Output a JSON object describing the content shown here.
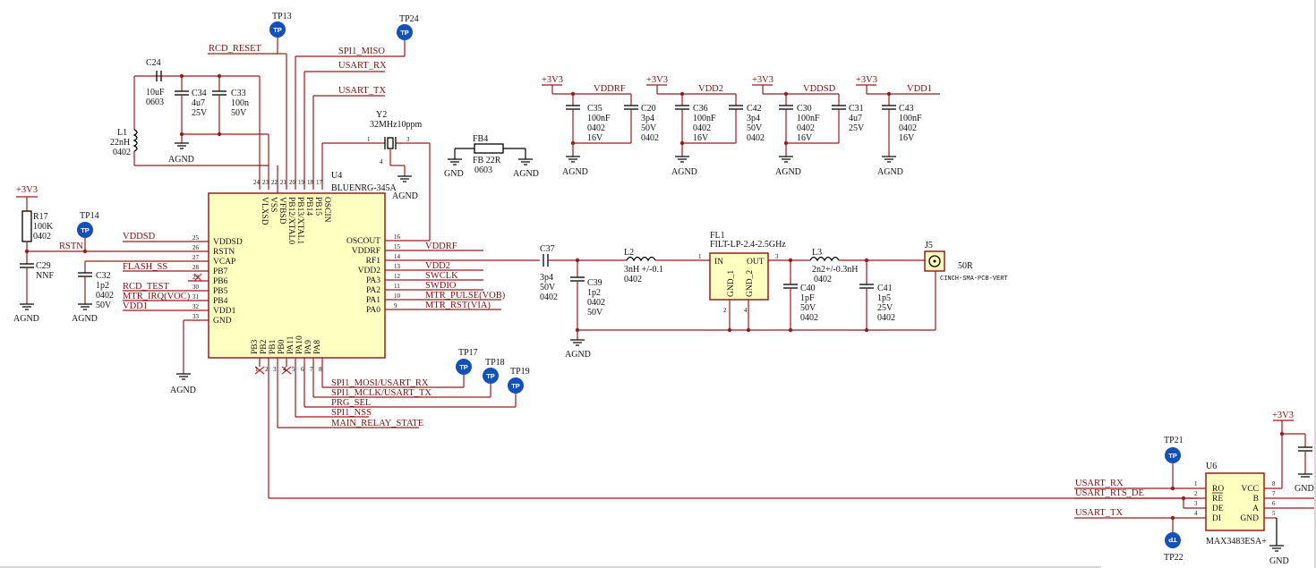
{
  "power": {
    "v33": "+3V3",
    "agnd": "AGND",
    "gnd": "GND"
  },
  "nets": {
    "rcd_reset": "RCD_RESET",
    "spi1_miso": "SPI1_MISO",
    "usart_rx": "USART_RX",
    "usart_tx": "USART_TX",
    "rstn": "RSTN",
    "vddsd": "VDDSD",
    "flash_ss": "FLASH_SS",
    "rcd_test": "RCD_TEST",
    "mtr_irq": "MTR_IRQ(VOC)",
    "vdd1": "VDD1",
    "vddrf": "VDDRF",
    "vdd2": "VDD2",
    "swclk": "SWCLK",
    "swdio": "SWDIO",
    "mtr_pulse": "MTR_PULSE(VOB)",
    "mtr_rst": "MTR_RST(VIA)",
    "spi1_mosi": "SPI1_MOSI/USART_RX",
    "spi1_mclk": "SPI1_MCLK/USART_TX",
    "prg_sel": "PRG_SEL",
    "spi1_nss": "SPI1_NSS",
    "main_relay": "MAIN_RELAY_STATE",
    "usart_rts_de": "USART_RTS_DE"
  },
  "testpoints": {
    "glyph": "TP",
    "tp13": "TP13",
    "tp24": "TP24",
    "tp14": "TP14",
    "tp17": "TP17",
    "tp18": "TP18",
    "tp19": "TP19",
    "tp21": "TP21",
    "tp22": "TP22"
  },
  "u4": {
    "ref": "U4",
    "value": "BLUENRG-345A",
    "left_pins": [
      {
        "num": "25",
        "name": "VDDSD"
      },
      {
        "num": "26",
        "name": "RSTN"
      },
      {
        "num": "27",
        "name": "VCAP"
      },
      {
        "num": "28",
        "name": "PB7"
      },
      {
        "num": "29",
        "name": "PB6"
      },
      {
        "num": "30",
        "name": "PB5"
      },
      {
        "num": "31",
        "name": "PB4"
      },
      {
        "num": "32",
        "name": "VDD1"
      },
      {
        "num": "33",
        "name": "GND"
      }
    ],
    "right_pins": [
      {
        "num": "16",
        "name": "OSCOUT"
      },
      {
        "num": "15",
        "name": "VDDRF"
      },
      {
        "num": "14",
        "name": "RF1"
      },
      {
        "num": "13",
        "name": "VDD2"
      },
      {
        "num": "12",
        "name": "PA3"
      },
      {
        "num": "11",
        "name": "PA2"
      },
      {
        "num": "10",
        "name": "PA1"
      },
      {
        "num": "9",
        "name": "PA0"
      }
    ],
    "top_pins": [
      {
        "num": "24",
        "name": "VLXSD"
      },
      {
        "num": "23",
        "name": "VSS"
      },
      {
        "num": "22",
        "name": "VFBSD"
      },
      {
        "num": "21",
        "name": "PB12/XTAL0"
      },
      {
        "num": "20",
        "name": "PB13/XTAL1"
      },
      {
        "num": "19",
        "name": "PB14"
      },
      {
        "num": "18",
        "name": "PB15"
      },
      {
        "num": "17",
        "name": "OSCIN"
      }
    ],
    "bottom_pins": [
      {
        "num": "1",
        "name": "PB3"
      },
      {
        "num": "2",
        "name": "PB2"
      },
      {
        "num": "3",
        "name": "PB1"
      },
      {
        "num": "4",
        "name": "PB0"
      },
      {
        "num": "5",
        "name": "PA11"
      },
      {
        "num": "6",
        "name": "PA10"
      },
      {
        "num": "7",
        "name": "PA9"
      },
      {
        "num": "8",
        "name": "PA8"
      }
    ]
  },
  "components": {
    "c24": {
      "ref": "C24",
      "v1": "10uF",
      "v2": "0603"
    },
    "c34": {
      "ref": "C34",
      "v1": "4u7",
      "v2": "25V"
    },
    "c33": {
      "ref": "C33",
      "v1": "100n",
      "v2": "50V"
    },
    "l1": {
      "ref": "L1",
      "v1": "22nH",
      "v2": "0402"
    },
    "y2": {
      "ref": "Y2",
      "v1": "32MHz10ppm",
      "p1": "1",
      "p3": "3",
      "p4": "4"
    },
    "fb4": {
      "ref": "FB4",
      "v1": "FB 22R",
      "v2": "0603"
    },
    "r17": {
      "ref": "R17",
      "v1": "100K",
      "v2": "0402"
    },
    "c29": {
      "ref": "C29",
      "v1": "NNF"
    },
    "c32": {
      "ref": "C32",
      "v1": "1p2",
      "v2": "0402",
      "v3": "50V"
    },
    "c35": {
      "ref": "C35",
      "v1": "100nF",
      "v2": "0402",
      "v3": "16V"
    },
    "c20": {
      "ref": "C20",
      "v1": "3p4",
      "v2": "50V",
      "v3": "0402"
    },
    "c36": {
      "ref": "C36",
      "v1": "100nF",
      "v2": "0402",
      "v3": "16V"
    },
    "c42": {
      "ref": "C42",
      "v1": "3p4",
      "v2": "50V",
      "v3": "0402"
    },
    "c30": {
      "ref": "C30",
      "v1": "100nF",
      "v2": "0402",
      "v3": "16V"
    },
    "c31": {
      "ref": "C31",
      "v1": "4u7",
      "v2": "25V"
    },
    "c43": {
      "ref": "C43",
      "v1": "100nF",
      "v2": "0402",
      "v3": "16V"
    },
    "c37": {
      "ref": "C37",
      "v1": "3p4",
      "v2": "50V",
      "v3": "0402"
    },
    "c39": {
      "ref": "C39",
      "v1": "1p2",
      "v2": "0402",
      "v3": "50V"
    },
    "l2": {
      "ref": "L2",
      "v1": "3nH +/-0.1",
      "v2": "0402"
    },
    "fl1": {
      "ref": "FL1",
      "v1": "FILT-LP-2.4-2.5GHz",
      "in": "IN",
      "out": "OUT",
      "g1": "GND_1",
      "g2": "GND_2",
      "p1": "1",
      "p2": "2",
      "p3": "3",
      "p4": "4"
    },
    "l3": {
      "ref": "L3",
      "v1": "2n2+/-0.3nH",
      "v2": "0402"
    },
    "c40": {
      "ref": "C40",
      "v1": "1pF",
      "v2": "50V",
      "v3": "0402"
    },
    "c41": {
      "ref": "C41",
      "v1": "1p5",
      "v2": "25V",
      "v3": "0402"
    },
    "j5": {
      "ref": "J5",
      "v1": "50R",
      "v2": "CINCH-SMA-PCB-VERT"
    }
  },
  "u6": {
    "ref": "U6",
    "value": "MAX3483ESA+",
    "left_pins": [
      {
        "num": "1",
        "name": "RO"
      },
      {
        "num": "2",
        "name": "RE"
      },
      {
        "num": "3",
        "name": "DE"
      },
      {
        "num": "4",
        "name": "DI"
      }
    ],
    "right_pins": [
      {
        "num": "8",
        "name": "VCC"
      },
      {
        "num": "7",
        "name": "B"
      },
      {
        "num": "6",
        "name": "A"
      },
      {
        "num": "5",
        "name": "GND"
      }
    ]
  }
}
